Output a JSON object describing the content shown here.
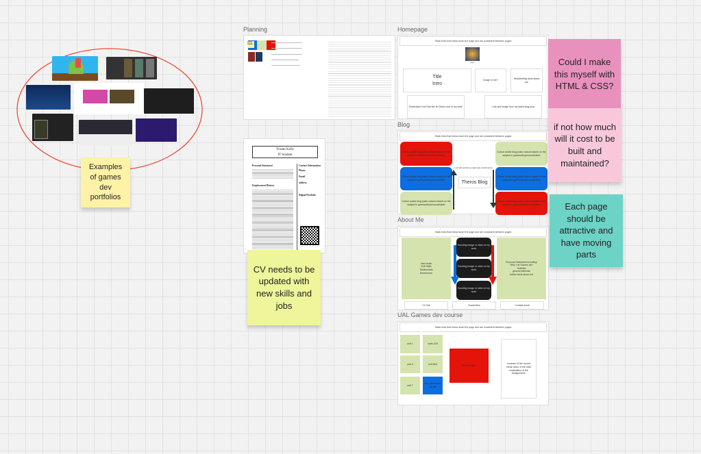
{
  "portfolios_sticky": {
    "text": "Examples of games dev portfolios",
    "color": "#fdf2a6"
  },
  "ellipse_color": "#e8503a",
  "planning": {
    "label": "Planning",
    "palette_label": "Colour Palette",
    "palette": [
      "#0c6ee0",
      "#d5e4ae",
      "#e4140a",
      "#8b2a22",
      "#233a5e"
    ]
  },
  "cv": {
    "name": "Tristan Kelly",
    "role": "IT Student",
    "personal_statement": "Personal Statement",
    "employment": "Employment History",
    "contact": "Contact Information",
    "phone": "Phone",
    "email": "Email",
    "address": "address",
    "portfolio": "Digital Portfolio"
  },
  "cv_sticky": {
    "text": "CV needs to be updated with new skills and jobs",
    "color": "#eef59a"
  },
  "homepage": {
    "label": "Homepage",
    "header": "Static links that follow down the page and are consistent between pages",
    "logo": "logo",
    "title": "Title",
    "intro": "Intro",
    "image_of_me": "Image of me?",
    "headline": "Headline/big facts about me",
    "youtube": "Embedded YouTube link for Demo reel of my work",
    "blog_link": "Link and image from my latest blog post"
  },
  "blog": {
    "label": "Blog",
    "header": "Static links that follow down the page and are consistent between pages",
    "post_text": "Colour coded blog posts colours based on the subject ie gamesdev/personal/other",
    "center": "Theros Blog",
    "scroll_note": "Left side scrolls up right side scrolls down"
  },
  "about": {
    "label": "About Me",
    "header": "Static links that follow down the page and are consistent between pages",
    "left": "Hard skills\nSoft Skills\nTestimonials\nReferences",
    "scroll": "Scrolling image or video of my work",
    "right": "Personal Statement including:\nWhy I do Games dev\nHobbies\ngeneral interests\nfurther facts about me",
    "cv_link": "CV link",
    "social": "Social links",
    "contact": "Contact email"
  },
  "ual": {
    "label": "UAL Games dev course",
    "header": "Static links that follow down the page and are consistent between pages",
    "units": [
      "unit 1",
      "units 2&3",
      "unit 4",
      "unit 5&6",
      "unit 7",
      "UAL games dev log link"
    ],
    "final": "Final Project",
    "rundown": "rundown of the course break down of the units explanation of the assignments"
  },
  "stickies": [
    {
      "text": "Could I make this myself with HTML & CSS?",
      "color": "#e991bd"
    },
    {
      "text": "if not how much will it cost to be built and maintained?",
      "color": "#f8c8da"
    },
    {
      "text": "Each page should be attractive and have moving parts",
      "color": "#6dd3c6"
    }
  ]
}
